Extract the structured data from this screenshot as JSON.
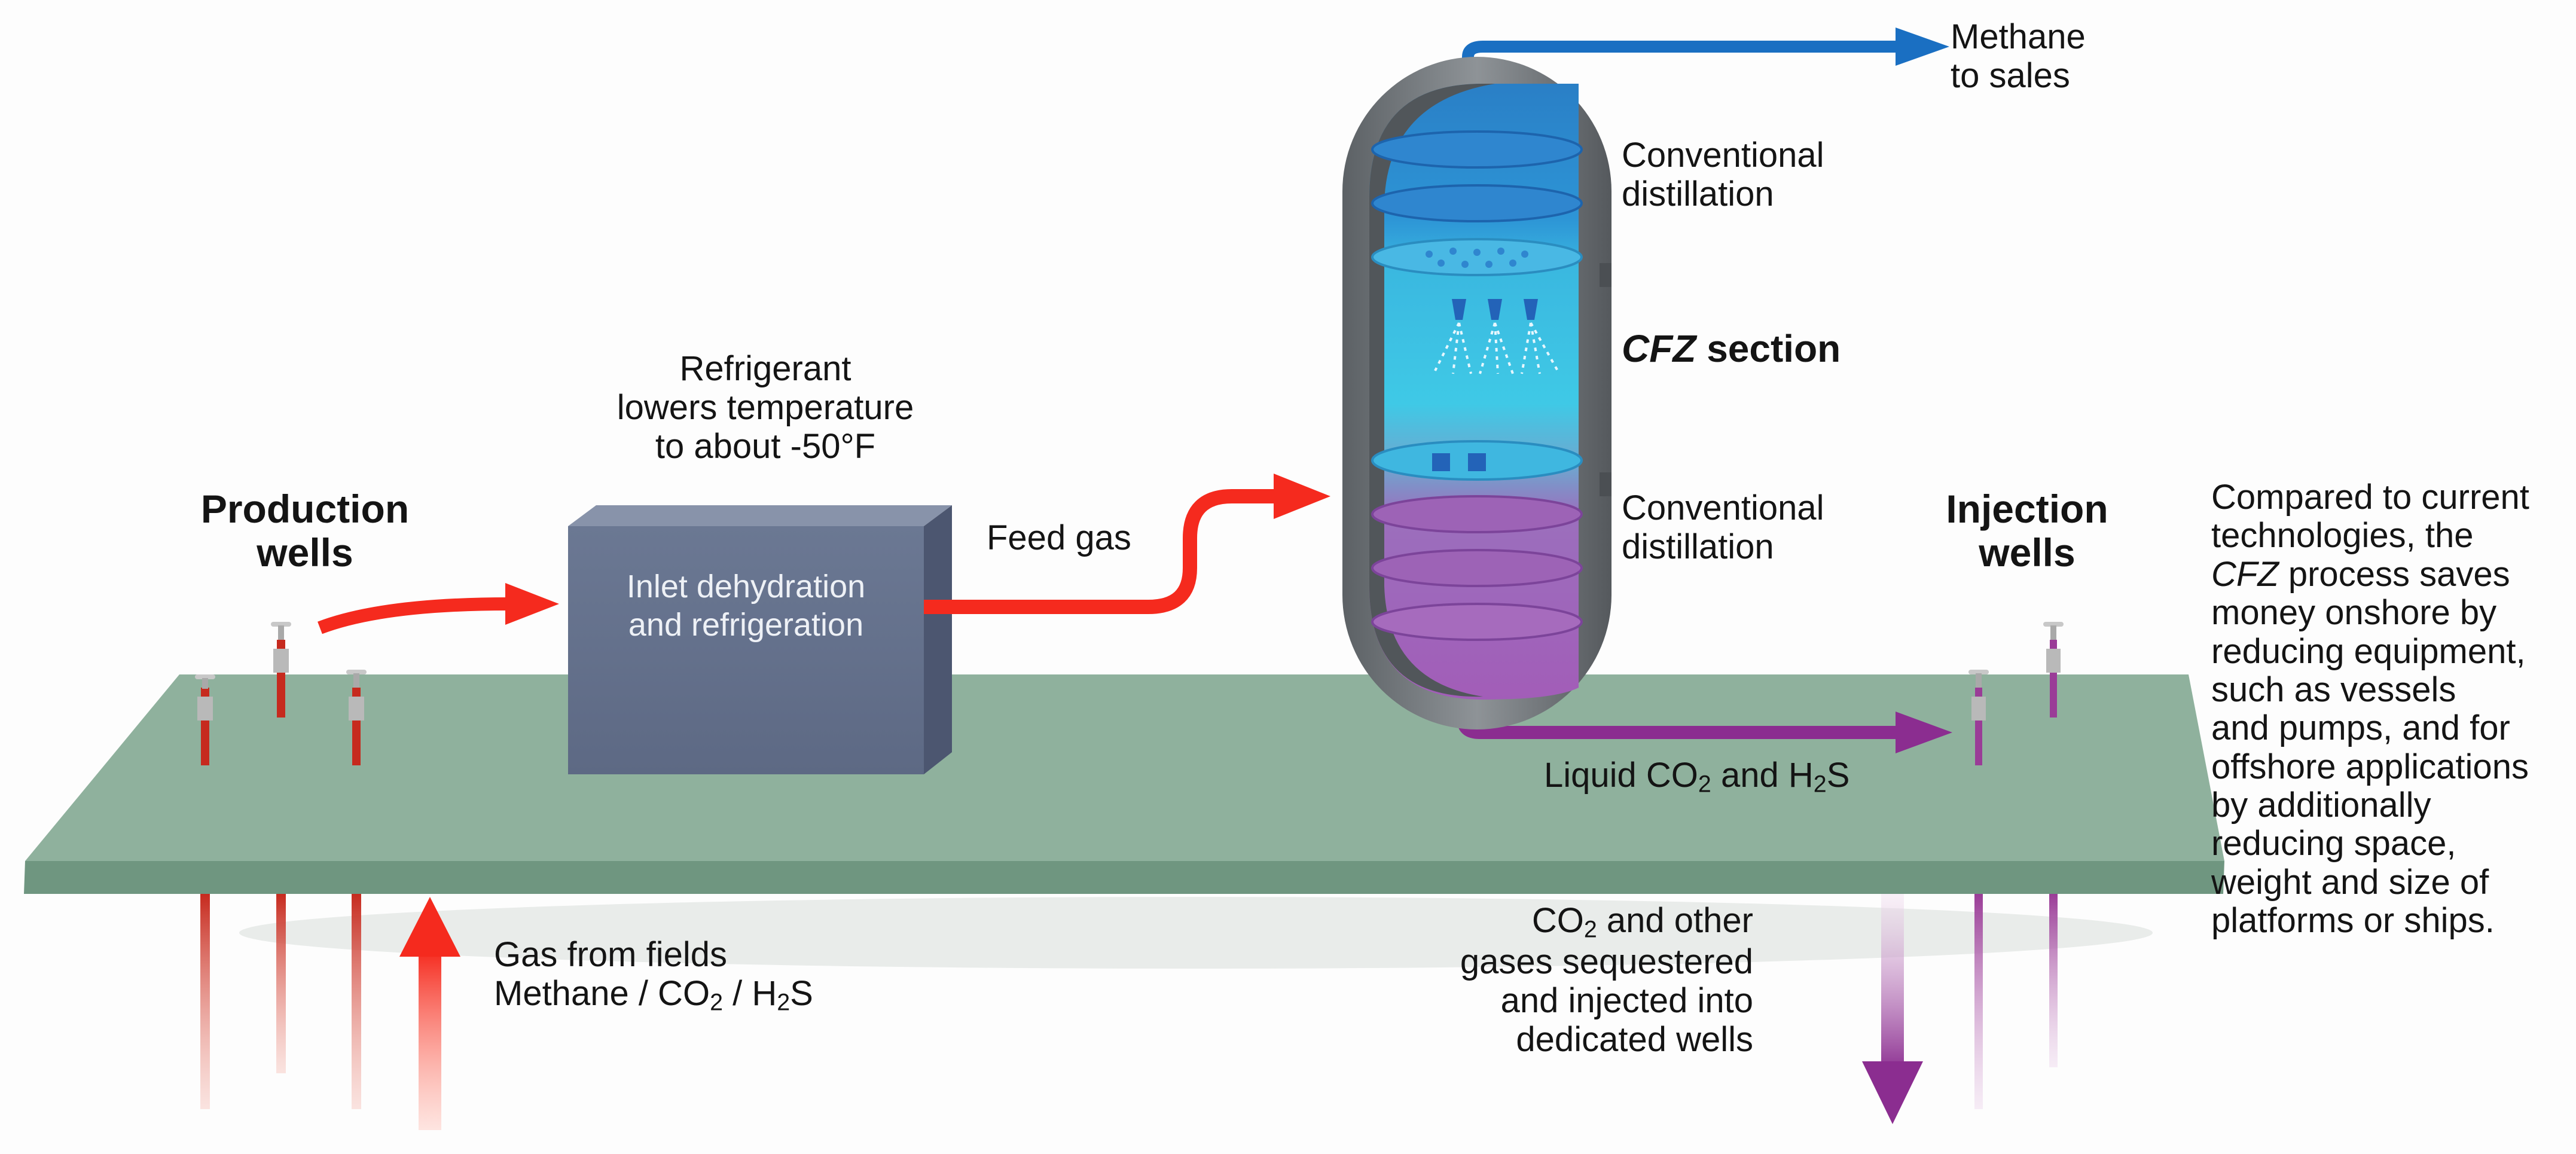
{
  "labels": {
    "methane_sales": [
      "Methane",
      "to sales"
    ],
    "conventional_top": [
      "Conventional",
      "distillation"
    ],
    "cfz_section": {
      "italic": "CFZ",
      "rest": "section"
    },
    "conventional_bottom": [
      "Conventional",
      "distillation"
    ],
    "refrigerant": [
      "Refrigerant",
      "lowers temperature",
      "to about -50°F"
    ],
    "production_wells": [
      "Production",
      "wells"
    ],
    "injection_wells": [
      "Injection",
      "wells"
    ],
    "inlet_box": [
      "Inlet dehydration",
      "and refrigeration"
    ],
    "feed_gas": "Feed gas",
    "liquid_co2": {
      "a": "Liquid CO",
      "b": "2",
      "c": " and H",
      "d": "2",
      "e": "S"
    },
    "gas_from_fields": {
      "line1": "Gas from fields",
      "a": "Methane / CO",
      "b": "2",
      "c": " / H",
      "d": "2",
      "e": "S"
    },
    "co2_sequestered": {
      "a": "CO",
      "b": "2",
      "c": " and other",
      "line2": "gases sequestered",
      "line3": "and injected into",
      "line4": "dedicated wells"
    },
    "compared": {
      "l1": "Compared to current",
      "l2": "technologies, the",
      "l3_italic": "CFZ",
      "l3_rest": " process saves",
      "l4": "money onshore by",
      "l5": "reducing equipment,",
      "l6": "such as vessels",
      "l7": "and pumps, and for",
      "l8": "offshore applications",
      "l9": "by additionally",
      "l10": "reducing space,",
      "l11": "weight and size of",
      "l12": "platforms or ships."
    }
  },
  "colors": {
    "platform_top": "#8fb19d",
    "platform_front": "#6e957f",
    "box": "#64728d",
    "feed_arrow": "#f52a1e",
    "methane_arrow": "#1a6fc2",
    "liquid_arrow": "#8b2d90",
    "vessel_shell": "#707478",
    "vessel_cyan": "#38c6e3",
    "vessel_blue": "#2f86cf",
    "vessel_purple": "#9d63b6"
  }
}
